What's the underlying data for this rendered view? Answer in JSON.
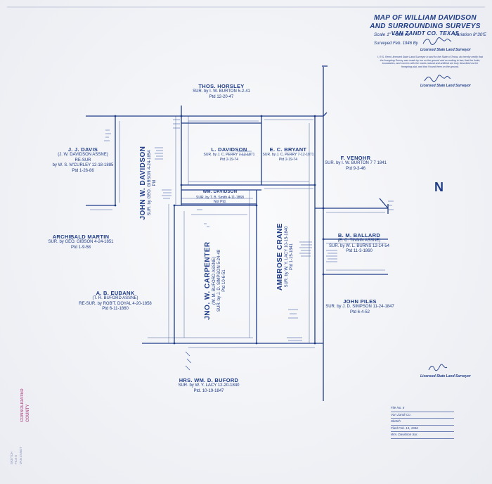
{
  "title": {
    "line1": "MAP OF WILLIAM DAVIDSON",
    "line2": "AND SURROUNDING SURVEYS",
    "line3": "VAN ZANDT CO. TEXAS"
  },
  "scale": "Scale 1\" = 200 vs",
  "variation": "Variation 8°30'E",
  "surveyed": "Surveyed Feb. 1946 By",
  "licensed": "Licensed State Land Surveyor",
  "certification": "I, R.S. Reed, licensed State Land Surveyor in and for the State of Texas, do hereby certify that the foregoing Survey was made by me on the ground and according to law; that the limits, boundaries, and corners with the marks natural and artificial are truly described as the foregoing plat, and that I found them on the ground.",
  "north_symbol": "N",
  "notes": [
    "File No. 6",
    "Van Zandt Co.",
    "Sketch",
    "Filed Feb. 14, 1946",
    "Wm. Davidson Sur."
  ],
  "stamp": [
    "CONSOLIDATED",
    "COUNTY"
  ],
  "margin_marks": [
    "SKETCH",
    "FILE 6",
    "VAN ZANDT"
  ],
  "surveys": {
    "horsley": {
      "name": "THOS. HORSLEY",
      "line1": "SUR. by I. W. BURTON 5-2-41",
      "line2": "Ptd 12-20-47"
    },
    "ldavidson": {
      "name": "L. DAVIDSON",
      "line1": "SUR. by J. C. PERRY 7-12-1871",
      "line2": "Ptd 2-19-74"
    },
    "bryant": {
      "name": "E. C. BRYANT",
      "line1": "SUR. by J. C. PERRY 7-12-1871",
      "line2": "Ptd 2-19-74"
    },
    "venohr": {
      "name": "F. VENOHR",
      "line1": "SUR. by I. W. BURTON 7 7 1841",
      "line2": "Ptd 9-3-46"
    },
    "jjdavis": {
      "name": "J. J. DAVIS",
      "line1": "(J. W. DAVIDSON ASSNE)",
      "line2": "RE-SUR",
      "line3": "by W. S. M'CURLEY 12-18-1885",
      "line4": "Ptd 1-26-86"
    },
    "martin": {
      "name": "ARCHIBALD MARTIN",
      "line1": "SUR. by GEO. GIBSON 4-24-1851",
      "line2": "Ptd 1-9-58"
    },
    "eubank": {
      "name": "A. B. EUBANK",
      "line1": "(T. R. BUFORD ASSNE)",
      "line2": "RE-SUR. by ROB'T. DOYAL 4-20-1858",
      "line3": "Ptd 6-11-1860"
    },
    "wmdavidson": {
      "name": "WM. DAVIDSON",
      "line1": "SUR. by T. B. Smith 4-11-1868",
      "line2": "Not Ptd."
    },
    "ballard": {
      "name": "B. M. BALLARD",
      "line1": "(E. C. TINNIN ASSNE)",
      "line2": "SUR. by W. L. BURNS 12-14-54",
      "line3": "Ptd 11-3-1860"
    },
    "piles": {
      "name": "JOHN PILES",
      "line1": "SUR. by J. D. SIMPSON 11-24-1847",
      "line2": "Ptd 6-4-52"
    },
    "buford": {
      "name": "HRS. WM. D. BUFORD",
      "line1": "SUR. by W. Y. LACY 12-20-1840",
      "line2": "Ptd. 10-19-1847"
    },
    "jwdavidson": {
      "name": "JOHN W. DAVIDSON",
      "line1": "SUR. by GEO. GIBSON 4-24-1854",
      "line2": "Ptd"
    },
    "carpenter": {
      "name": "JNO. W. CARPENTER",
      "line1": "(W. M. BUFORD ASSNE)",
      "line2": "SUR. by J. D. SIMPSON 5-24-48",
      "line3": "Ptd 10-6-51"
    },
    "crane": {
      "name": "AMBROSE CRANE",
      "line1": "SUR. by W. Y. LACY 10-15-1840",
      "line2": "Ptd 1-15-1841"
    }
  }
}
